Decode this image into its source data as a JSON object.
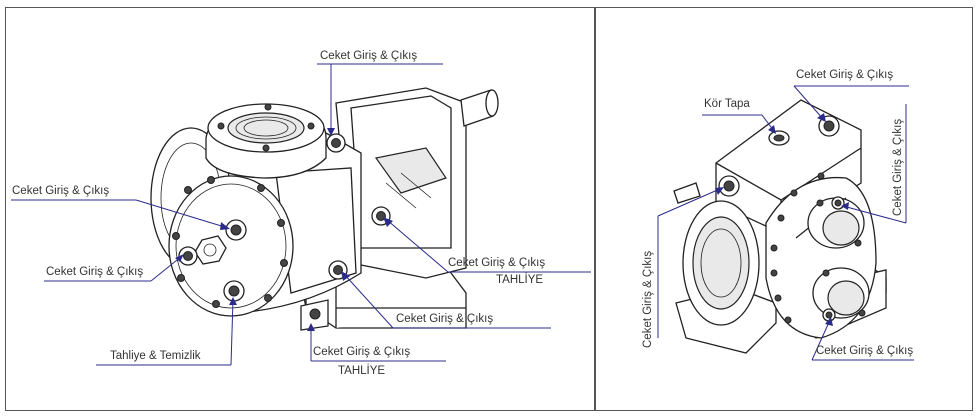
{
  "left_figure": {
    "callouts": {
      "top": "Ceket Giriş & Çıkış",
      "left_upper": "Ceket Giriş & Çıkış",
      "left_lower": "Ceket Giriş & Çıkış",
      "right_upper": "Ceket Giriş & Çıkış",
      "right_upper_sub": "TAHLİYE",
      "right_lower": "Ceket Giriş & Çıkış",
      "bottom_left": "Tahliye & Temizlik",
      "bottom": "Ceket Giriş & Çıkış",
      "bottom_sub": "TAHLİYE"
    }
  },
  "right_figure": {
    "callouts": {
      "blind_plug": "Kör Tapa",
      "top": "Ceket Giriş & Çıkış",
      "right_vertical": "Ceket Giriş & Çıkış",
      "left_vertical": "Ceket Giriş & Çıkış",
      "bottom": "Ceket Giriş & Çıkış"
    }
  },
  "colors": {
    "leader_line": "#2b2b8c",
    "drawing_stroke": "#222222",
    "text": "#333333"
  }
}
